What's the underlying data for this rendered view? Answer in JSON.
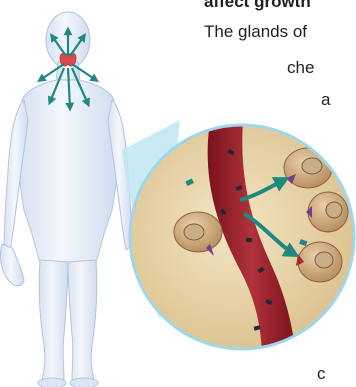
{
  "text": {
    "heading": "affect growth",
    "line1": "The glands of",
    "line2": "che",
    "line3": "a",
    "line4": "c"
  },
  "colors": {
    "body_fill": "#e6eef8",
    "body_stroke": "#b3c4de",
    "thyroid": "#e0474c",
    "arrows": "#1e8a7f",
    "magnifier_bg": "#e9d7ad",
    "vessel": "#9a1e2a",
    "cell": "#c9a57a",
    "receptor": "#7b3a8c",
    "zoom_cone": "#bfe6f2"
  }
}
